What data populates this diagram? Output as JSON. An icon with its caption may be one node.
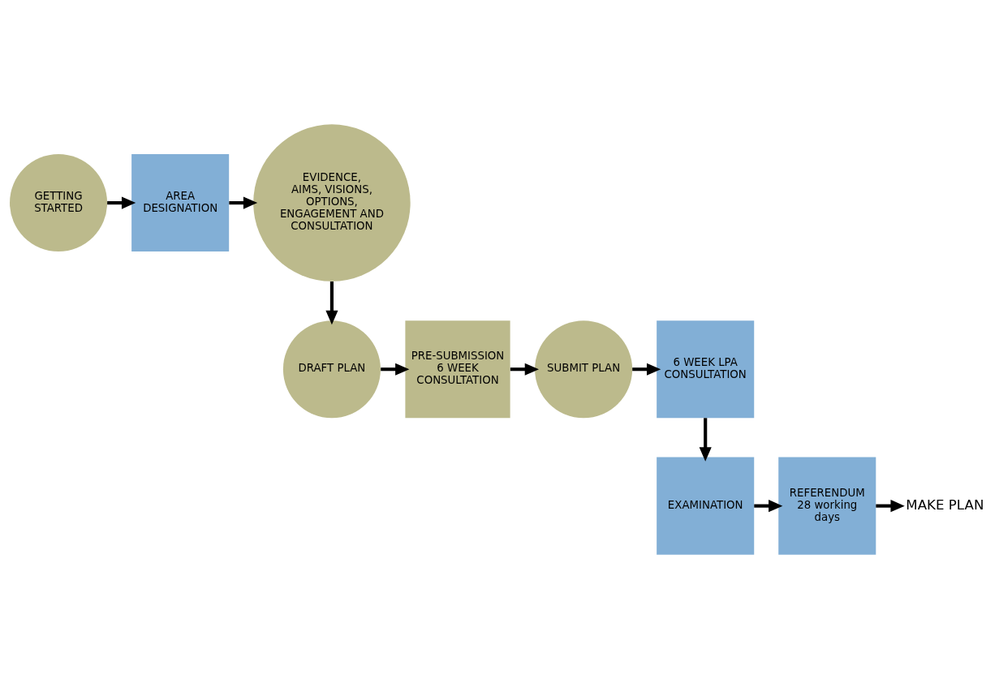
{
  "diagram": {
    "nodes": [
      {
        "text": [
          "GETTING STARTED"
        ]
      },
      {
        "text": [
          "AREA DESIGNATION"
        ]
      },
      {
        "text": [
          "EVIDENCE, AIMS, VISIONS, OPTIONS, ENGAGEMENT AND CONSULTATION"
        ]
      },
      {
        "text": [
          "DRAFT PLAN"
        ]
      },
      {
        "text": [
          "PRE-SUBMISSION 6 WEEK CONSULTATION"
        ]
      },
      {
        "text": [
          "SUBMIT PLAN"
        ]
      },
      {
        "text": [
          "6 WEEK LPA CONSULTATION"
        ]
      },
      {
        "text": [
          "EXAMINATION"
        ]
      },
      {
        "text": [
          "REFERENDUM",
          "28 working days"
        ]
      },
      {
        "text": [
          "MAKE PLAN"
        ]
      }
    ],
    "edges": [
      {
        "from": 0,
        "to": 1,
        "arrow": "to"
      },
      {
        "from": 1,
        "to": 2,
        "arrow": "to"
      },
      {
        "from": 2,
        "to": 3,
        "arrow": "to"
      },
      {
        "from": 3,
        "to": 4,
        "arrow": "to"
      },
      {
        "from": 4,
        "to": 5,
        "arrow": "to"
      },
      {
        "from": 5,
        "to": 6,
        "arrow": "to"
      },
      {
        "from": 6,
        "to": 7,
        "arrow": "to"
      },
      {
        "from": 7,
        "to": 8,
        "arrow": "to"
      },
      {
        "from": 8,
        "to": 9,
        "arrow": "to"
      }
    ]
  }
}
